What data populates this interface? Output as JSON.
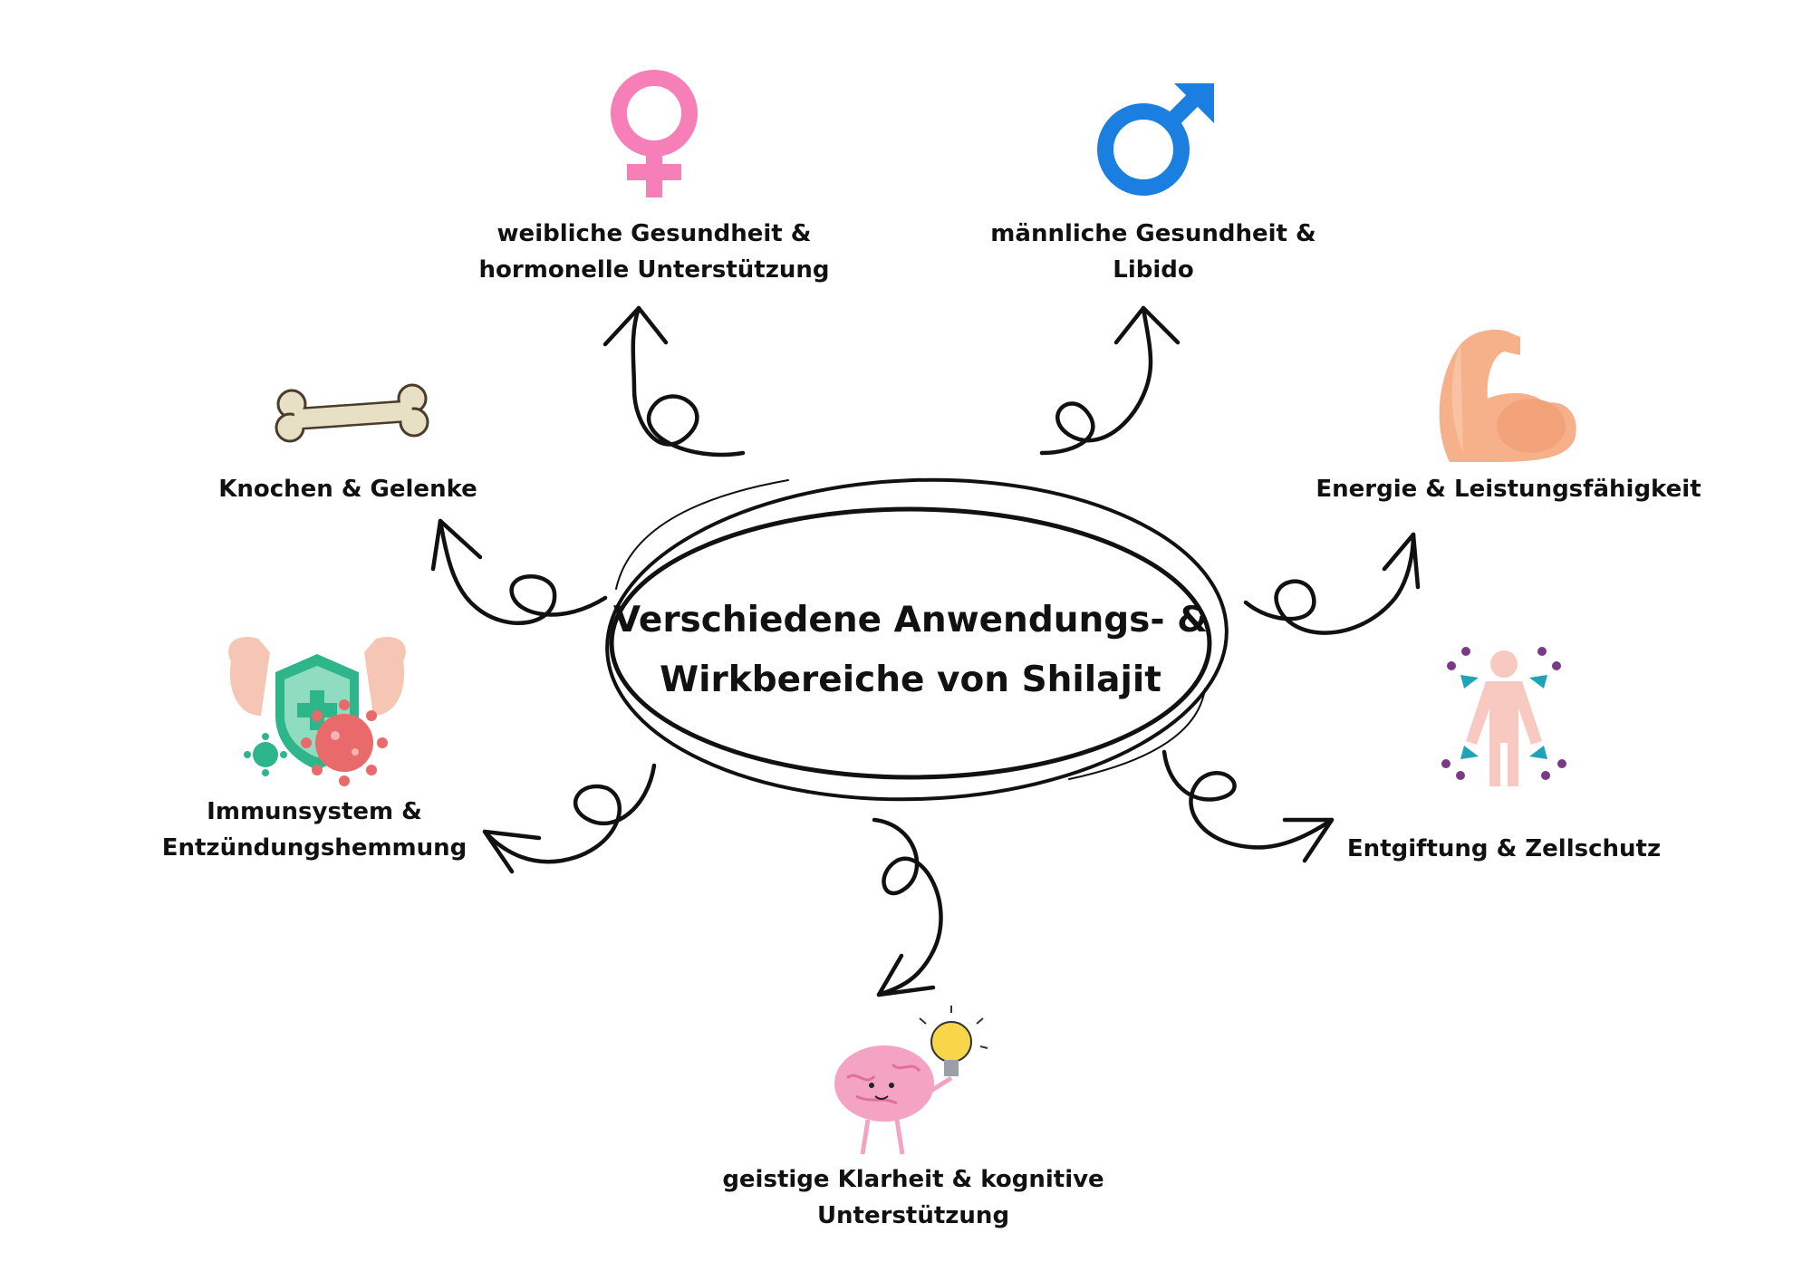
{
  "center": {
    "line1": "Verschiedene Anwendungs- &",
    "line2": "Wirkbereiche von Shilajit"
  },
  "nodes": {
    "women": {
      "line1": "weibliche Gesundheit &",
      "line2": "hormonelle Unterstützung",
      "icon": "female-symbol-icon"
    },
    "men": {
      "line1": "männliche Gesundheit &",
      "line2": "Libido",
      "icon": "male-symbol-icon"
    },
    "bones": {
      "line1": "Knochen & Gelenke",
      "icon": "bone-icon"
    },
    "energy": {
      "line1": "Energie & Leistungsfähigkeit",
      "icon": "flexed-arm-icon"
    },
    "immune": {
      "line1": "Immunsystem &",
      "line2": "Entzündungshemmung",
      "icon": "shield-virus-icon"
    },
    "detox": {
      "line1": "Entgiftung & Zellschutz",
      "icon": "body-detox-icon"
    },
    "mind": {
      "line1": "geistige Klarheit & kognitive",
      "line2": "Unterstützung",
      "icon": "brain-lightbulb-icon"
    }
  },
  "colors": {
    "text": "#111111",
    "female": "#f57fb6",
    "male": "#1a7fe0",
    "bone": "#e8e0c4",
    "skin": "#f6b08a",
    "shield": "#2fb58a",
    "virus": "#e86a6a",
    "brain": "#f5a3c2",
    "bulb": "#f7d64a",
    "detox_arrow": "#1fa3b8",
    "detox_dot": "#7a3a86"
  }
}
